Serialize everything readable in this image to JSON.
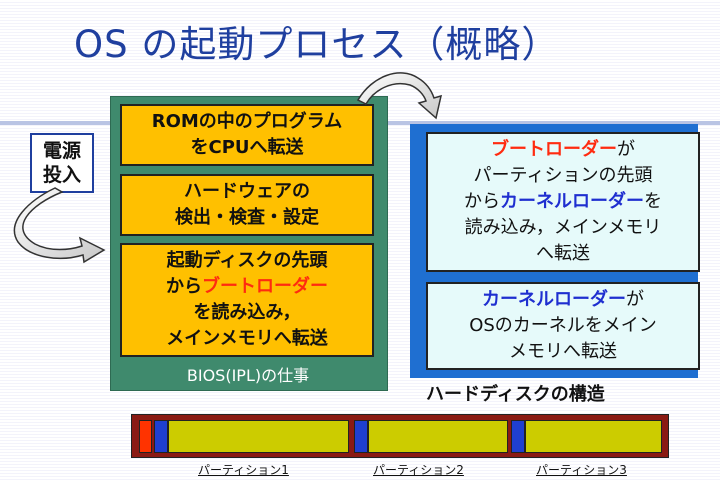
{
  "title": "OS の起動プロセス（概略）",
  "power": {
    "label_line1": "電源",
    "label_line2": "投入"
  },
  "bios": {
    "label": "BIOS(IPL)の仕事",
    "step1": {
      "line1": "ROMの中のプログラム",
      "line2": "をCPUへ転送"
    },
    "step2": {
      "line1": "ハードウェアの",
      "line2": "検出・検査・設定"
    },
    "step3": {
      "line1": "起動ディスクの先頭",
      "line2_prefix": "から",
      "line2_highlight": "ブートローダー",
      "line3": "を読み込み，",
      "line4": "メインメモリへ転送"
    }
  },
  "harddisk": {
    "label": "ハードディスクの構造",
    "box1": {
      "highlight1": "ブートローダー",
      "line1_suffix": "が",
      "line2": "パーティションの先頭",
      "line3_prefix": "から",
      "highlight2": "カーネルローダー",
      "line3_suffix": "を",
      "line4": "読み込み，メインメモリ",
      "line5": "へ転送"
    },
    "box2": {
      "highlight": "カーネルローダー",
      "line1_suffix": "が",
      "line2": "OSのカーネルをメイン",
      "line3": "メモリへ転送"
    },
    "partitions": [
      "パーティション1",
      "パーティション2",
      "パーティション3"
    ]
  },
  "colors": {
    "title": "#1f3f9f",
    "bios_panel": "#3f8a6d",
    "step_box": "#ffc000",
    "harddisk_panel": "#1f6fd1",
    "harddisk_box": "#e6fafa",
    "highlight_red": "#ff2b10",
    "highlight_blue": "#1f2fd0",
    "disk_bar": "#8a1a14",
    "partition": "#cccc00",
    "boot_sector": "#ff3300",
    "partition_header": "#1f3fd0"
  }
}
